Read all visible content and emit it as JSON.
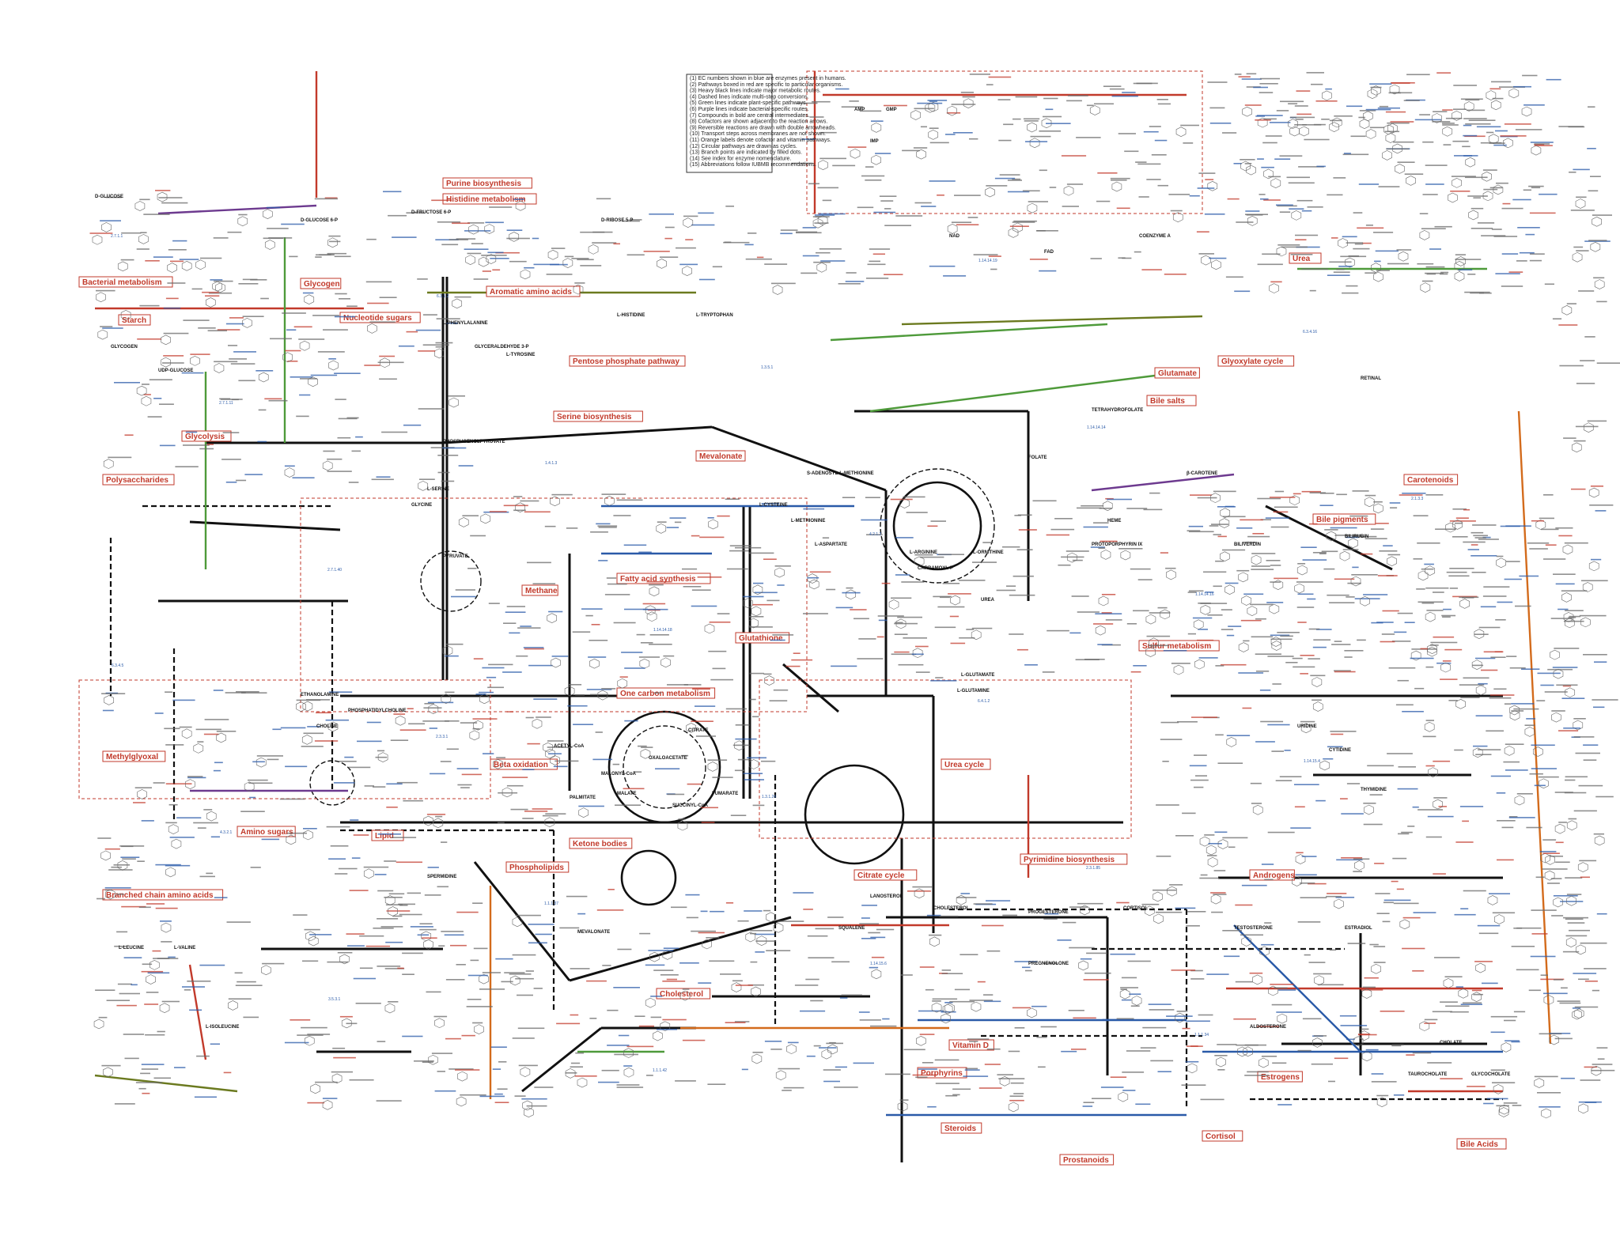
{
  "pathway_labels": [
    {
      "key": "bacterial_metabolism",
      "text": "Bacterial metabolism"
    },
    {
      "key": "starch",
      "text": "Starch"
    },
    {
      "key": "glycogen",
      "text": "Glycogen"
    },
    {
      "key": "nucleotide_sugars",
      "text": "Nucleotide sugars"
    },
    {
      "key": "purine_biosynthesis",
      "text": "Purine biosynthesis"
    },
    {
      "key": "histidine_metabolism",
      "text": "Histidine metabolism"
    },
    {
      "key": "aromatic_amino_acids",
      "text": "Aromatic amino acids"
    },
    {
      "key": "pentose_phosphate",
      "text": "Pentose phosphate pathway"
    },
    {
      "key": "serine_biosynthesis",
      "text": "Serine biosynthesis"
    },
    {
      "key": "polysaccharides",
      "text": "Polysaccharides"
    },
    {
      "key": "glycolysis",
      "text": "Glycolysis"
    },
    {
      "key": "bile_salts",
      "text": "Bile salts"
    },
    {
      "key": "methane",
      "text": "Methane"
    },
    {
      "key": "glutathione",
      "text": "Glutathione"
    },
    {
      "key": "mevalonate",
      "text": "Mevalonate"
    },
    {
      "key": "fatty_acid_synthesis",
      "text": "Fatty acid synthesis"
    },
    {
      "key": "lipid",
      "text": "Lipid"
    },
    {
      "key": "phospholipids",
      "text": "Phospholipids"
    },
    {
      "key": "one_carbon",
      "text": "One carbon metabolism"
    },
    {
      "key": "methylglyoxal",
      "text": "Methylglyoxal"
    },
    {
      "key": "branched_chain",
      "text": "Branched chain amino acids"
    },
    {
      "key": "beta_oxidation",
      "text": "Beta oxidation"
    },
    {
      "key": "ketone_bodies",
      "text": "Ketone bodies"
    },
    {
      "key": "urea_cycle",
      "text": "Urea cycle"
    },
    {
      "key": "citrate_cycle",
      "text": "Citrate cycle"
    },
    {
      "key": "glyoxylate",
      "text": "Glyoxylate cycle"
    },
    {
      "key": "glutamate",
      "text": "Glutamate"
    },
    {
      "key": "sulfur",
      "text": "Sulfur metabolism"
    },
    {
      "key": "urea",
      "text": "Urea"
    },
    {
      "key": "pyrimidine_biosynthesis",
      "text": "Pyrimidine biosynthesis"
    },
    {
      "key": "porphyrins",
      "text": "Porphyrins"
    },
    {
      "key": "bile_pigments",
      "text": "Bile pigments"
    },
    {
      "key": "carotenoids",
      "text": "Carotenoids"
    },
    {
      "key": "cholesterol",
      "text": "Cholesterol"
    },
    {
      "key": "vitamin_d",
      "text": "Vitamin D"
    },
    {
      "key": "steroids",
      "text": "Steroids"
    },
    {
      "key": "androgens",
      "text": "Androgens"
    },
    {
      "key": "estrogens",
      "text": "Estrogens"
    },
    {
      "key": "cortisol",
      "text": "Cortisol"
    },
    {
      "key": "bile_acids",
      "text": "Bile Acids"
    },
    {
      "key": "prostanoids",
      "text": "Prostanoids"
    },
    {
      "key": "amino_sugars",
      "text": "Amino sugars"
    }
  ],
  "node_labels": [
    {
      "key": "l_glutamate",
      "text": "L-GLUTAMATE"
    },
    {
      "key": "l_glutamine",
      "text": "L-GLUTAMINE"
    },
    {
      "key": "pyruvate",
      "text": "PYRUVATE"
    },
    {
      "key": "acetyl_coa",
      "text": "ACETYL-CoA"
    },
    {
      "key": "oxaloacetate",
      "text": "OXALOACETATE"
    },
    {
      "key": "citrate",
      "text": "CITRATE"
    },
    {
      "key": "succinyl_coa",
      "text": "SUCCINYL-CoA"
    },
    {
      "key": "fumarate",
      "text": "FUMARATE"
    },
    {
      "key": "malate",
      "text": "MALATE"
    },
    {
      "key": "l_serine",
      "text": "L-SERINE"
    },
    {
      "key": "glycine",
      "text": "GLYCINE"
    },
    {
      "key": "l_aspartate",
      "text": "L-ASPARTATE"
    },
    {
      "key": "l_arginine",
      "text": "L-ARGININE"
    },
    {
      "key": "l_ornithine",
      "text": "L-ORNITHINE"
    },
    {
      "key": "cholesterol",
      "text": "CHOLESTEROL"
    },
    {
      "key": "squalene",
      "text": "SQUALENE"
    },
    {
      "key": "lanosterol",
      "text": "LANOSTEROL"
    },
    {
      "key": "progesterone",
      "text": "PROGESTERONE"
    },
    {
      "key": "cortisol",
      "text": "CORTISOL"
    },
    {
      "key": "testosterone",
      "text": "TESTOSTERONE"
    },
    {
      "key": "estradiol",
      "text": "ESTRADIOL"
    },
    {
      "key": "heme",
      "text": "HEME"
    },
    {
      "key": "bilirubin",
      "text": "BILIRUBIN"
    },
    {
      "key": "biliverdin",
      "text": "BILIVERDIN"
    },
    {
      "key": "uridine",
      "text": "URIDINE"
    },
    {
      "key": "cytidine",
      "text": "CYTIDINE"
    },
    {
      "key": "thymidine",
      "text": "THYMIDINE"
    },
    {
      "key": "imp",
      "text": "IMP"
    },
    {
      "key": "amp",
      "text": "AMP"
    },
    {
      "key": "gmp",
      "text": "GMP"
    },
    {
      "key": "glucose",
      "text": "D-GLUCOSE"
    },
    {
      "key": "glucose_6p",
      "text": "D-GLUCOSE 6-P"
    },
    {
      "key": "fructose_6p",
      "text": "D-FRUCTOSE 6-P"
    },
    {
      "key": "glyceraldehyde_3p",
      "text": "GLYCERALDEHYDE 3-P"
    },
    {
      "key": "phosphoenolpyruvate",
      "text": "PHOSPHOENOLPYRUVATE"
    },
    {
      "key": "ribose_5p",
      "text": "D-RIBOSE 5-P"
    },
    {
      "key": "l_tryptophan",
      "text": "L-TRYPTOPHAN"
    },
    {
      "key": "l_phenylalanine",
      "text": "L-PHENYLALANINE"
    },
    {
      "key": "l_tyrosine",
      "text": "L-TYROSINE"
    },
    {
      "key": "l_histidine",
      "text": "L-HISTIDINE"
    },
    {
      "key": "l_leucine",
      "text": "L-LEUCINE"
    },
    {
      "key": "l_valine",
      "text": "L-VALINE"
    },
    {
      "key": "l_isoleucine",
      "text": "L-ISOLEUCINE"
    },
    {
      "key": "palmitate",
      "text": "PALMITATE"
    },
    {
      "key": "malonyl_coa",
      "text": "MALONYL-CoA"
    },
    {
      "key": "mevalonate",
      "text": "MEVALONATE"
    },
    {
      "key": "glycogen",
      "text": "GLYCOGEN"
    },
    {
      "key": "udp_glucose",
      "text": "UDP-GLUCOSE"
    },
    {
      "key": "phosphatidylcholine",
      "text": "PHOSPHATIDYLCHOLINE"
    },
    {
      "key": "ethanolamine",
      "text": "ETHANOLAMINE"
    },
    {
      "key": "choline",
      "text": "CHOLINE"
    },
    {
      "key": "carbamoyl_p",
      "text": "CARBAMOYL-P"
    },
    {
      "key": "urea",
      "text": "UREA"
    },
    {
      "key": "l_cysteine",
      "text": "L-CYSTEINE"
    },
    {
      "key": "l_methionine",
      "text": "L-METHIONINE"
    },
    {
      "key": "s_adenosylmethionine",
      "text": "S-ADENOSYL-L-METHIONINE"
    },
    {
      "key": "folate",
      "text": "FOLATE"
    },
    {
      "key": "thf",
      "text": "TETRAHYDROFOLATE"
    },
    {
      "key": "nad",
      "text": "NAD"
    },
    {
      "key": "fad",
      "text": "FAD"
    },
    {
      "key": "coenzyme_a",
      "text": "COENZYME A"
    },
    {
      "key": "cholate",
      "text": "CHOLATE"
    },
    {
      "key": "taurocholate",
      "text": "TAUROCHOLATE"
    },
    {
      "key": "glycocholate",
      "text": "GLYCOCHOLATE"
    },
    {
      "key": "aldosterone",
      "text": "ALDOSTERONE"
    },
    {
      "key": "pregnenolone",
      "text": "PREGNENOLONE"
    },
    {
      "key": "retinal",
      "text": "RETINAL"
    },
    {
      "key": "beta_carotene",
      "text": "β-CAROTENE"
    },
    {
      "key": "protoporphyrin",
      "text": "PROTOPORPHYRIN IX"
    },
    {
      "key": "spermidine",
      "text": "SPERMIDINE"
    }
  ],
  "enzyme_labels": [
    {
      "key": "hexokinase",
      "text": "2.7.1.1"
    },
    {
      "key": "pfk",
      "text": "2.7.1.11"
    },
    {
      "key": "pk",
      "text": "2.7.1.40"
    },
    {
      "key": "cs",
      "text": "2.3.3.1"
    },
    {
      "key": "mdh",
      "text": "1.1.1.37"
    },
    {
      "key": "idh",
      "text": "1.1.1.42"
    },
    {
      "key": "sdh",
      "text": "1.3.5.1"
    },
    {
      "key": "fh",
      "text": "4.2.1.2"
    },
    {
      "key": "acc",
      "text": "6.4.1.2"
    },
    {
      "key": "fas",
      "text": "2.3.1.85"
    },
    {
      "key": "hmgcr",
      "text": "1.1.1.34"
    },
    {
      "key": "cps",
      "text": "6.3.4.16"
    },
    {
      "key": "otc",
      "text": "2.1.3.3"
    },
    {
      "key": "ass",
      "text": "6.3.4.5"
    },
    {
      "key": "asl",
      "text": "4.3.2.1"
    },
    {
      "key": "arg",
      "text": "3.5.3.1"
    },
    {
      "key": "gs",
      "text": "6.3.1.2"
    },
    {
      "key": "gdh",
      "text": "1.4.1.3"
    },
    {
      "key": "ho",
      "text": "1.14.14.18"
    },
    {
      "key": "bvr",
      "text": "1.3.1.24"
    },
    {
      "key": "cyp11a1",
      "text": "1.14.15.6"
    },
    {
      "key": "cyp17",
      "text": "1.14.14.19"
    },
    {
      "key": "cyp19",
      "text": "1.14.14.14"
    },
    {
      "key": "cyp21",
      "text": "1.14.14.16"
    },
    {
      "key": "cyp11b1",
      "text": "1.14.15.4"
    }
  ],
  "legend_notes": [
    "(1) EC numbers shown in blue are enzymes present in humans.",
    "(2) Pathways boxed in red are specific to particular organisms.",
    "(3) Heavy black lines indicate major metabolic routes.",
    "(4) Dashed lines indicate multi-step conversions.",
    "(5) Green lines indicate plant-specific pathways.",
    "(6) Purple lines indicate bacterial-specific routes.",
    "(7) Compounds in bold are central intermediates.",
    "(8) Cofactors are shown adjacent to the reaction arrows.",
    "(9) Reversible reactions are drawn with double arrowheads.",
    "(10) Transport steps across membranes are not shown.",
    "(11) Orange labels denote cofactor and vitamin pathways.",
    "(12) Circular pathways are drawn as cycles.",
    "(13) Branch points are indicated by filled dots.",
    "(14) See index for enzyme nomenclature.",
    "(15) Abbreviations follow IUBMB recommendations."
  ],
  "colors": {
    "line_major": "#111111",
    "line_red": "#c23a2b",
    "line_blue": "#2a5aa8",
    "line_green": "#4e9a3a",
    "line_olive": "#6b7a1f",
    "line_purple": "#6d3a8f",
    "line_orange": "#d36b1c",
    "label_red": "#c23a2b",
    "label_blue": "#2a5aa8",
    "text_gray": "#444444"
  }
}
